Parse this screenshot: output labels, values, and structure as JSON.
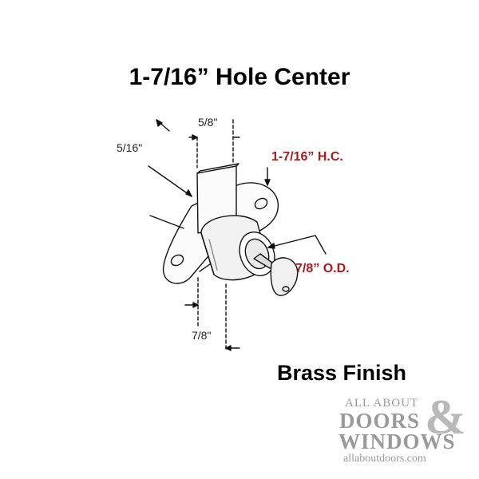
{
  "title": "1-7/16” Hole Center",
  "labels": {
    "hole_center": "1-7/16” H.C.",
    "outer_diameter": "7/8” O.D.",
    "dim_top": "5/8\"",
    "dim_left": "5/16\"",
    "dim_bottom": "7/8\""
  },
  "finish": "Brass Finish",
  "logo": {
    "line1": "ALL ABOUT",
    "line2": "DOORS",
    "ampersand": "&",
    "line3": "WINDOWS",
    "url": "allaboutdoors.com"
  },
  "colors": {
    "accent_red": "#b0181c",
    "logo_gray": "#9a9a9a",
    "logo_amp": "#b9b9b9"
  }
}
